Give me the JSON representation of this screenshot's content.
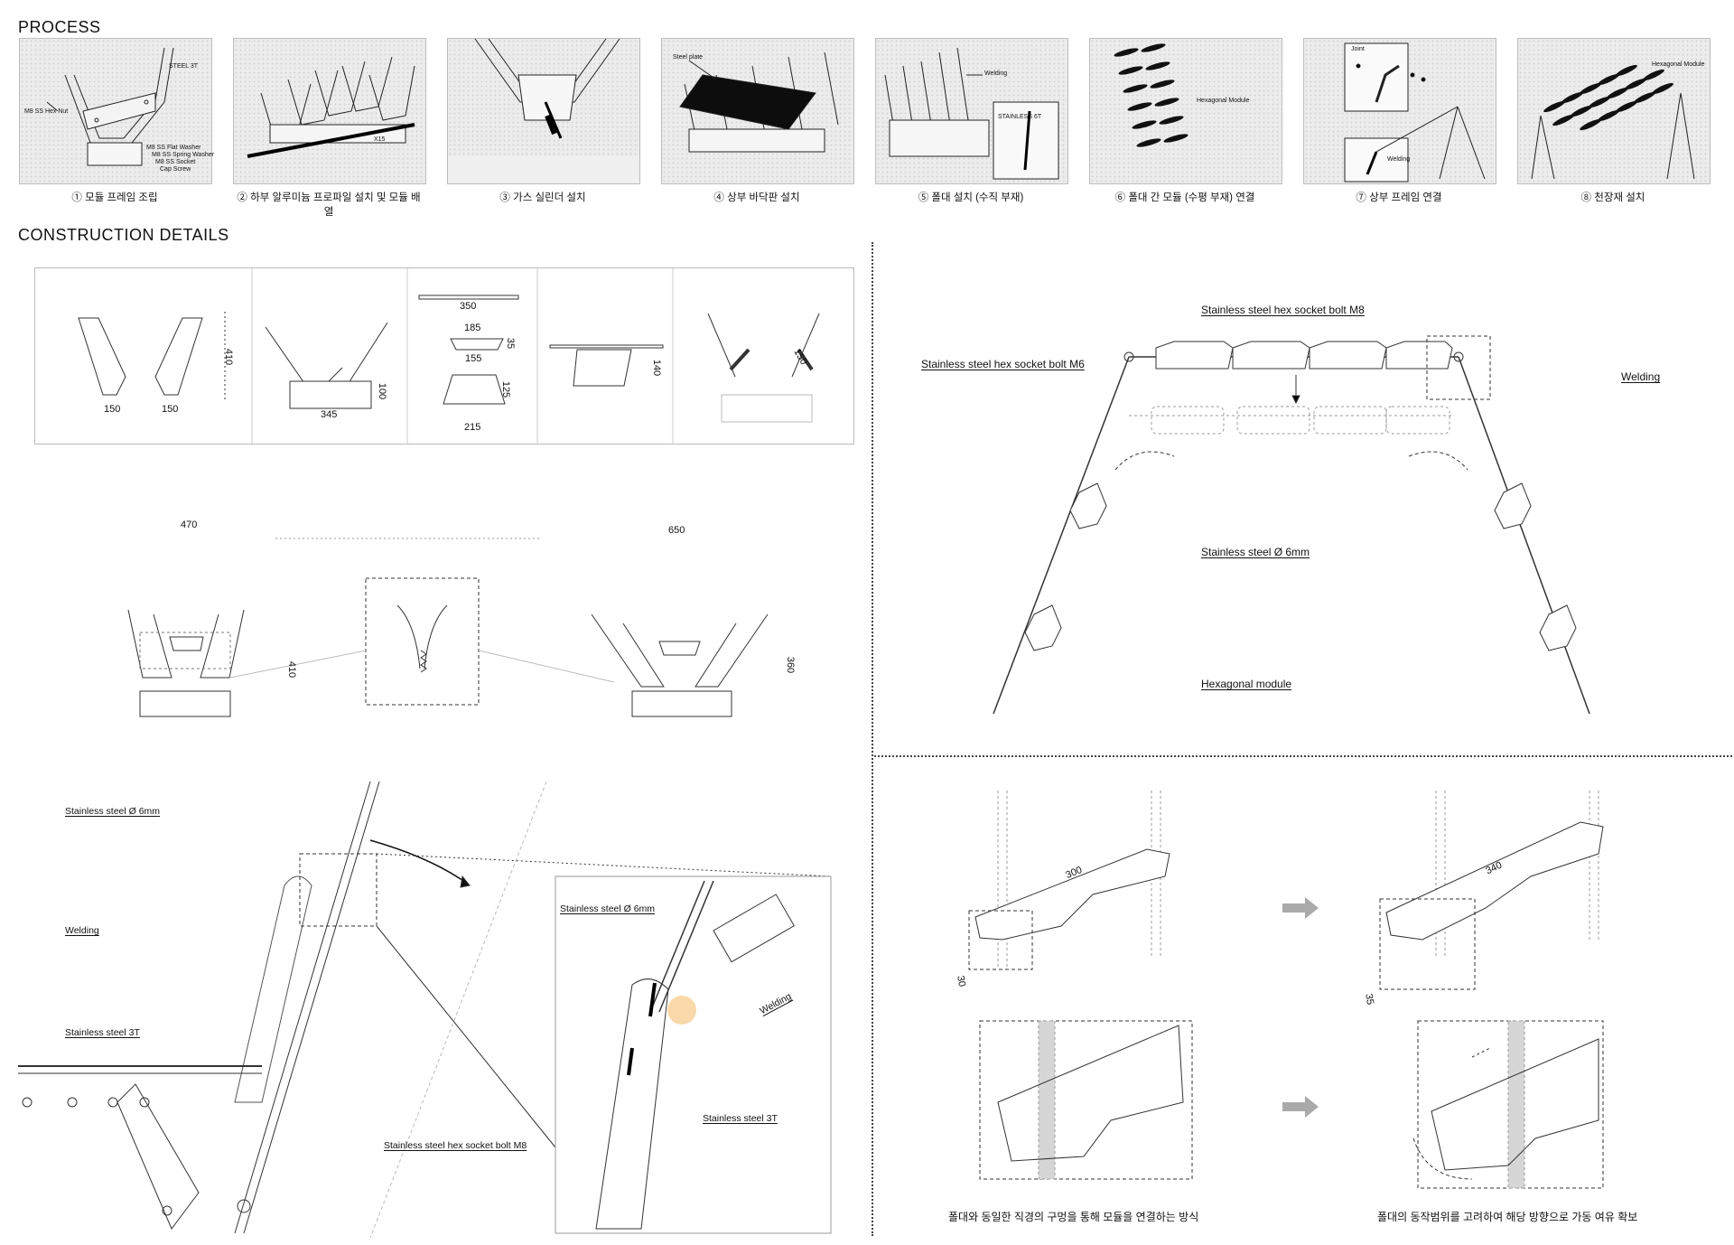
{
  "process": {
    "title": "PROCESS",
    "steps": [
      {
        "caption": "① 모듈 프레임 조립",
        "labels": [
          "STEEL 3T",
          "M8 SS Hex Nut",
          "M8 SS Flat Washer",
          "M8 SS Spring Washer",
          "M8 SS Socket Cap Screw"
        ]
      },
      {
        "caption": "② 하부 알루미늄 프로파일 설치 및 모듈 배열",
        "labels": [
          "X15"
        ]
      },
      {
        "caption": "③ 가스 실린더 설치",
        "labels": []
      },
      {
        "caption": "④ 상부 바닥판 설치",
        "labels": [
          "Steel plate"
        ]
      },
      {
        "caption": "⑤ 폴대 설치 (수직 부재)",
        "labels": [
          "Welding",
          "STAINLESS 6T"
        ]
      },
      {
        "caption": "⑥ 폴대 간 모듈 (수평 부재) 연결",
        "labels": [
          "Hexagonal Module"
        ]
      },
      {
        "caption": "⑦ 상부 프레임 연결",
        "labels": [
          "Joint",
          "Welding"
        ]
      },
      {
        "caption": "⑧ 천장재 설치",
        "labels": [
          "Hexagonal Module"
        ]
      }
    ]
  },
  "construction": {
    "title": "CONSTRUCTION  DETAILS",
    "dims_row": {
      "a_410": "410",
      "a_150_l": "150",
      "a_150_r": "150",
      "b_100": "100",
      "b_345": "345",
      "c_350": "350",
      "c_185": "185",
      "c_35": "35",
      "c_155": "155",
      "c_125": "125",
      "c_215": "215",
      "d_140": "140",
      "e_150": "150"
    },
    "mid": {
      "d_470": "470",
      "d_650": "650",
      "d_410": "410",
      "d_360": "360"
    },
    "detail": {
      "ss6_a": "Stainless steel Ø 6mm",
      "welding_a": "Welding",
      "ss3t_a": "Stainless steel 3T",
      "bolt_m8_a": "Stainless steel hex socket bolt M8",
      "ss6_b": "Stainless steel Ø 6mm",
      "welding_b": "Welding",
      "ss3t_b": "Stainless steel 3T"
    },
    "frame": {
      "bolt_m8": "Stainless steel hex socket bolt M8",
      "bolt_m6": "Stainless steel hex socket bolt M6",
      "welding": "Welding",
      "ss6": "Stainless steel Ø 6mm",
      "hex_module": "Hexagonal module"
    },
    "module": {
      "len_a": "300",
      "len_b": "340",
      "w_a": "30",
      "w_b": "35",
      "caption_left": "폴대와 동일한 직경의 구멍을 통해 모듈을 연결하는 방식",
      "caption_right": "폴대의 동작범위를 고려하여 해당 방향으로 가동 여유 확보"
    }
  }
}
